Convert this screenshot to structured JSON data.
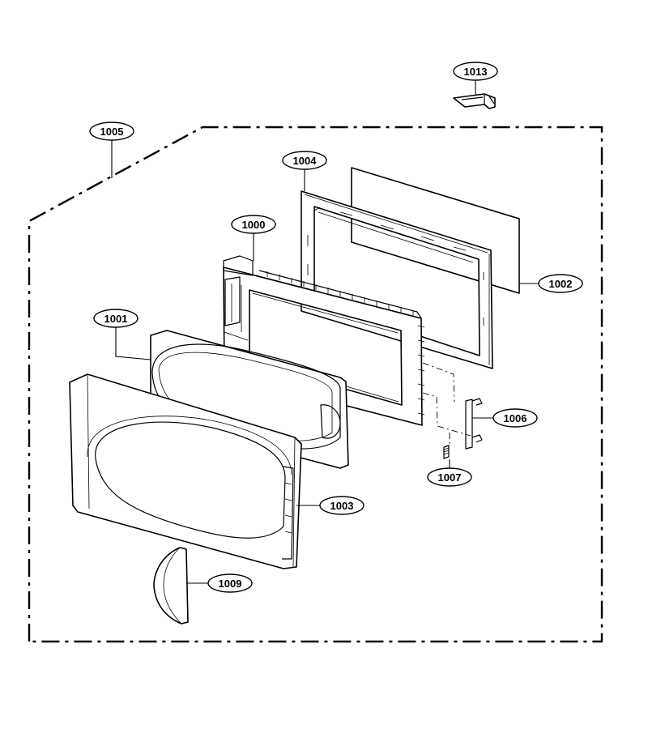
{
  "callouts": [
    {
      "id": "c1013",
      "label": "1013"
    },
    {
      "id": "c1005",
      "label": "1005"
    },
    {
      "id": "c1004",
      "label": "1004"
    },
    {
      "id": "c1000",
      "label": "1000"
    },
    {
      "id": "c1001",
      "label": "1001"
    },
    {
      "id": "c1002",
      "label": "1002"
    },
    {
      "id": "c1006",
      "label": "1006"
    },
    {
      "id": "c1007",
      "label": "1007"
    },
    {
      "id": "c1003",
      "label": "1003"
    },
    {
      "id": "c1009",
      "label": "1009"
    }
  ]
}
